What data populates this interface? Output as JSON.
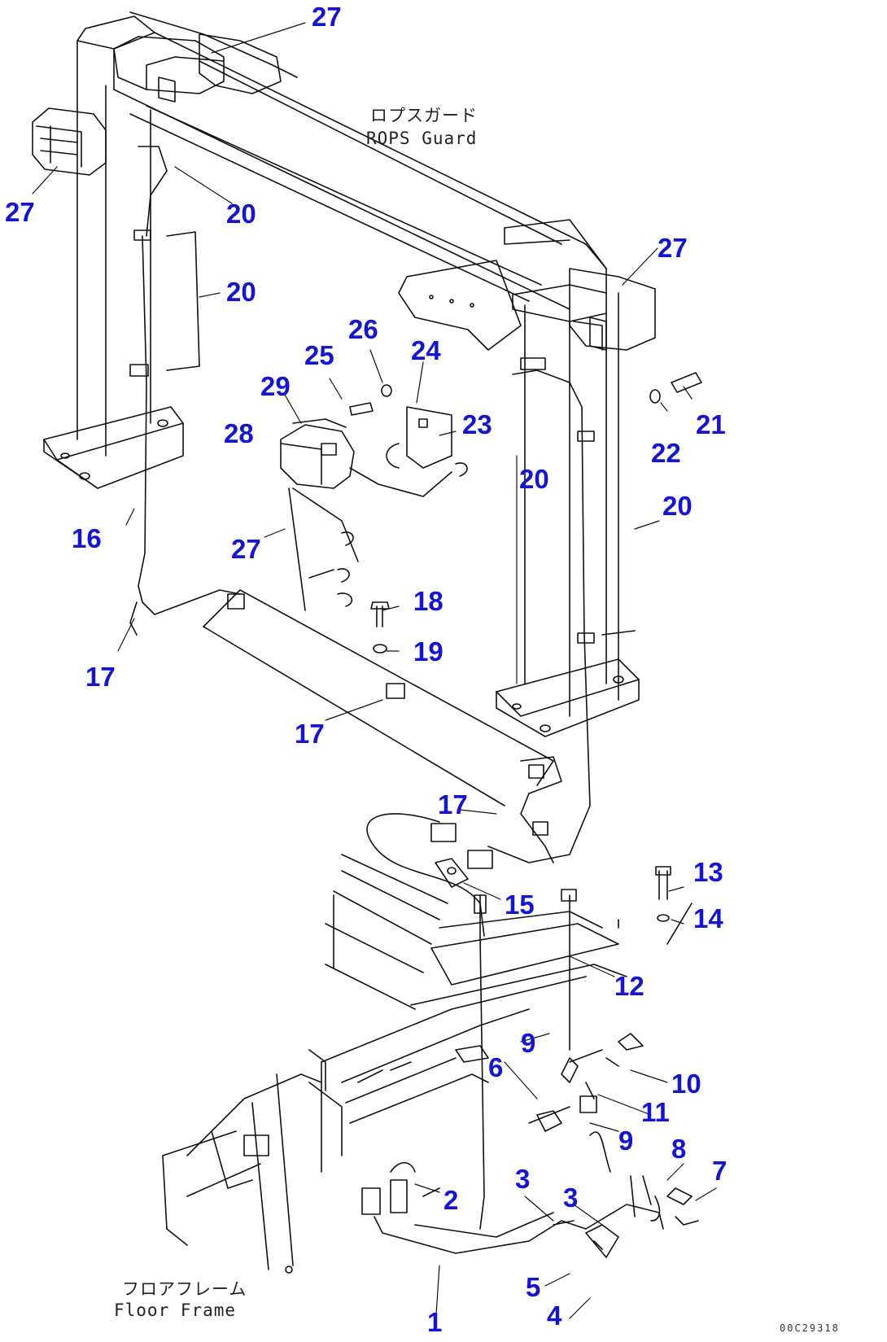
{
  "colors": {
    "callout": "#1414d6",
    "line": "#111111"
  },
  "callouts": [
    "27",
    "27",
    "27",
    "27",
    "20",
    "20",
    "20",
    "20",
    "26",
    "25",
    "24",
    "29",
    "23",
    "28",
    "21",
    "22",
    "16",
    "27",
    "18",
    "19",
    "17",
    "17",
    "17",
    "13",
    "14",
    "15",
    "12",
    "9",
    "6",
    "10",
    "11",
    "9",
    "8",
    "7",
    "3",
    "3",
    "2",
    "5",
    "4",
    "1"
  ],
  "captions": {
    "rops_jp": "ロプスガード",
    "rops_en": "ROPS Guard",
    "floor_jp": "フロアフレーム",
    "floor_en": "Floor Frame"
  },
  "drawing_code": "00C29318"
}
